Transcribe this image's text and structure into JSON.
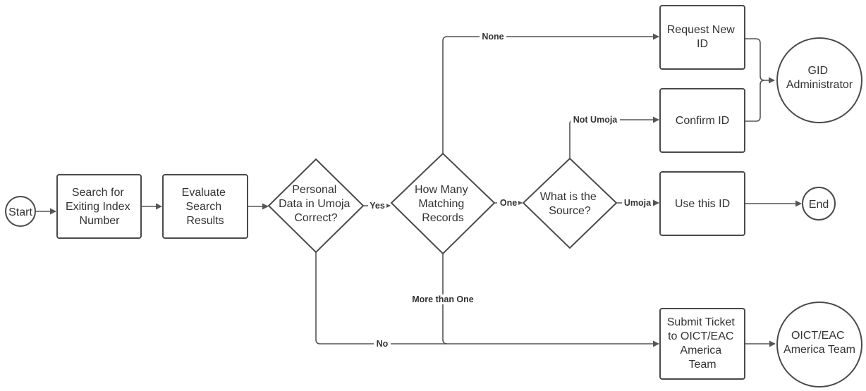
{
  "diagram": {
    "nodes": {
      "start": {
        "lines": [
          "Start"
        ]
      },
      "search": {
        "lines": [
          "Search for",
          "Exiting Index",
          "Number"
        ]
      },
      "evaluate": {
        "lines": [
          "Evaluate",
          "Search",
          "Results"
        ]
      },
      "personal": {
        "lines": [
          "Personal",
          "Data in Umoja",
          "Correct?"
        ]
      },
      "matching": {
        "lines": [
          "How Many",
          "Matching",
          "Records"
        ]
      },
      "source": {
        "lines": [
          "What is the",
          "Source?"
        ]
      },
      "request": {
        "lines": [
          "Request New",
          "ID"
        ]
      },
      "confirm": {
        "lines": [
          "Confirm ID"
        ]
      },
      "use": {
        "lines": [
          "Use this ID"
        ]
      },
      "submit": {
        "lines": [
          "Submit Ticket",
          "to OICT/EAC",
          "America",
          "Team"
        ]
      },
      "gid": {
        "lines": [
          "GID",
          "Administrator"
        ]
      },
      "end": {
        "lines": [
          "End"
        ]
      },
      "oict": {
        "lines": [
          "OICT/EAC",
          "America Team"
        ]
      }
    },
    "edge_labels": {
      "yes": "Yes",
      "no": "No",
      "none": "None",
      "one": "One",
      "more_than_one": "More than One",
      "not_umoja": "Not Umoja",
      "umoja": "Umoja"
    }
  }
}
